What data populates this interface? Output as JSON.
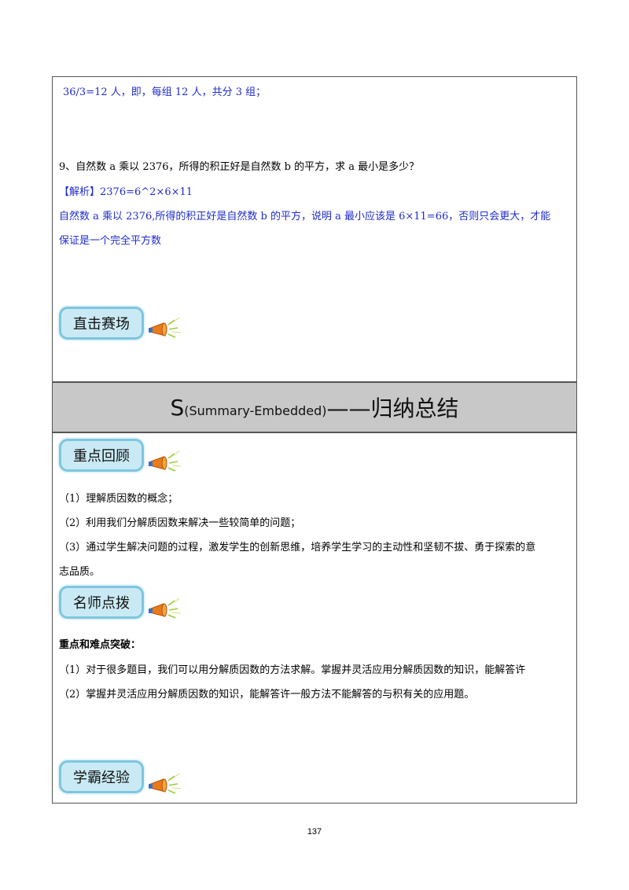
{
  "q8": {
    "answer_line": "36/3=12 人，即，每组 12 人，共分 3 组；"
  },
  "q9": {
    "question": "9、自然数 a 乘以 2376，所得的积正好是自然数 b 的平方，求 a 最小是多少？",
    "analysis_label": "【解析】",
    "analysis_formula": "2376=6^2×6×11",
    "answer_line1": "自然数 a 乘以 2376,所得的积正好是自然数 b 的平方，说明 a 最小应该是 6×11=66，否则只会更大，才能",
    "answer_line2": "保证是一个完全平方数"
  },
  "tags": {
    "competition": "直击赛场",
    "key_review": "重点回顾",
    "teacher_tips": "名师点拨",
    "experience": "学霸经验"
  },
  "banner": {
    "letter": "S",
    "subtitle": "(Summary-Embedded)",
    "title": "——归纳总结"
  },
  "key_points": [
    "（1）理解质因数的概念；",
    "（2）利用我们分解质因数来解决一些较简单的问题；",
    "（3）通过学生解决问题的过程，激发学生的创新思维，培养学生学习的主动性和坚韧不拔、勇于探索的意",
    "志品质。"
  ],
  "tips": {
    "heading": "重点和难点突破：",
    "items": [
      "（1）对于很多题目，我们可以用分解质因数的方法求解。掌握并灵活应用分解质因数的知识，能解答许",
      "（2）掌握并灵活应用分解质因数的知识，能解答许一般方法不能解答的与积有关的应用题。"
    ]
  },
  "page_number": "137",
  "colors": {
    "answer_blue": "#1f2ccc",
    "tag_fill": "#c9eaf4",
    "tag_border": "#7fc5de",
    "banner_gray": "#c8c8c8"
  },
  "icons": {
    "tag_decoration": "megaphone-icon"
  }
}
